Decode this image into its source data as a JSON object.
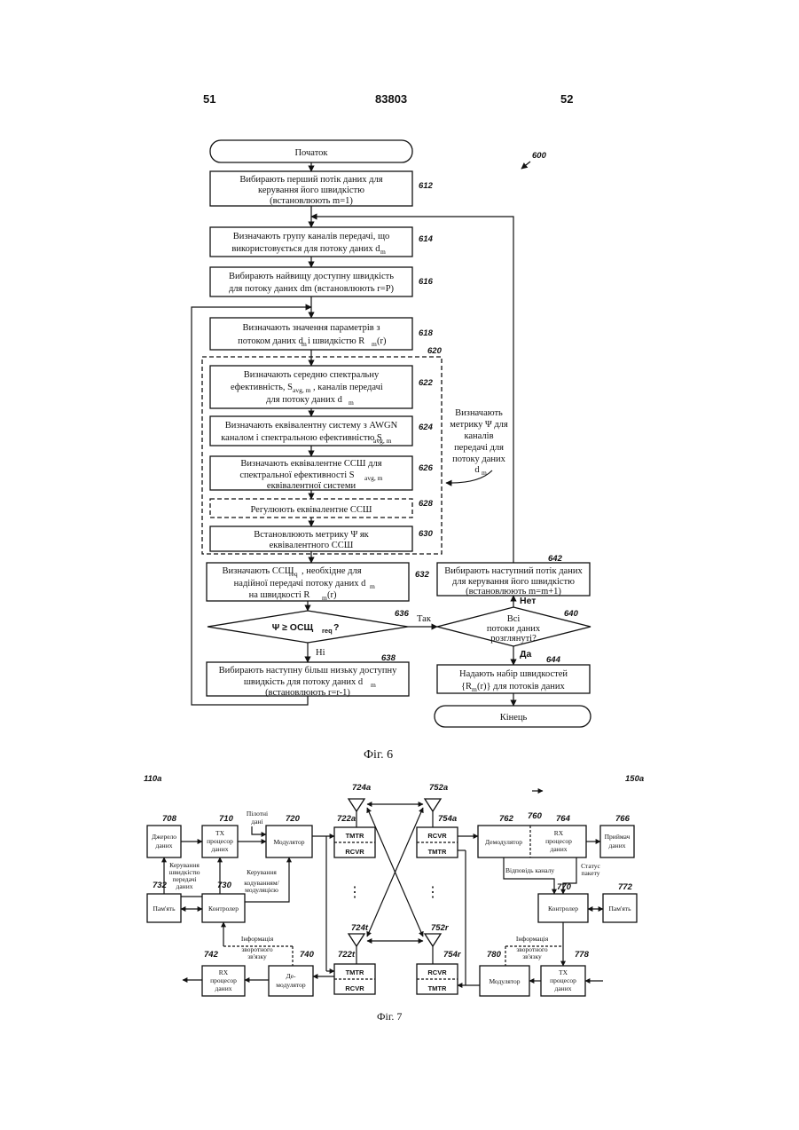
{
  "header": {
    "left": "51",
    "center": "83803",
    "right": "52"
  },
  "fig6": {
    "caption": "Фіг. 6",
    "label": "600",
    "start": "Початок",
    "end": "Кінець",
    "b612": [
      "Вибирають перший потік даних для",
      "керування його швидкістю",
      "(встановлюють m=1)"
    ],
    "b614": [
      "Визначають групу каналів передачі, що",
      "використовується для потоку даних d"
    ],
    "b616": [
      "Вибирають найвищу доступну швидкість",
      "для потоку даних dm (встановлюють r=P)"
    ],
    "b618": [
      "Визначають значення параметрів з",
      "потоком даних d",
      " і швидкістю R",
      "(r)"
    ],
    "b622": [
      "Визначають середню спектральну",
      "ефективність, S",
      ", каналів передачі",
      "для потоку даних d"
    ],
    "b624": [
      "Визначають еквівалентну систему з AWGN",
      "каналом і спектральною ефективністю S"
    ],
    "b626": [
      "Визначають еквівалентне ССШ для",
      "спектральної ефективності S",
      "еквівалентної системи"
    ],
    "b628": "Регулюють еквівалентне ССШ",
    "b630": [
      "Встановлюють метрику Ψ як",
      "еквівалентного ССШ"
    ],
    "b632": [
      "Визначають ССШ",
      ", необхідне для",
      "надійної передачі потоку даних d",
      "на швидкості R",
      "(r)"
    ],
    "d636": [
      "Ψ ≥ ОСЩ",
      "?"
    ],
    "b638": [
      "Вибирають наступну більш низьку доступну",
      "швидкість для потоку даних d",
      "(встановлюють r=r-1)"
    ],
    "b642": [
      "Вибирають наступний потік даних",
      "для керування його швидкістю",
      "(встановлюють m=m+1)"
    ],
    "d640": [
      "Всі",
      "потоки даних",
      "розглянуті?"
    ],
    "b644": [
      "Надають набір швидкостей",
      "{R",
      "(r)} для потоків даних"
    ],
    "note": [
      "Визначають",
      "метрику Ψ для",
      "каналів",
      "передачі для",
      "потоку даних",
      "d"
    ],
    "yes": "Так",
    "no": "Ні",
    "da": "Да",
    "net": "Нет",
    "sub_m": "m",
    "sub_avgm": "avg, m",
    "sub_req": "req",
    "refs": [
      "612",
      "614",
      "616",
      "618",
      "620",
      "622",
      "624",
      "626",
      "628",
      "630",
      "632",
      "636",
      "638",
      "640",
      "642",
      "644"
    ]
  },
  "fig7": {
    "caption": "Фіг. 7",
    "label_tx": "110a",
    "label_rx": "150a",
    "source": [
      "Джерело",
      "даних"
    ],
    "txproc": [
      "TX",
      "процесор",
      "даних"
    ],
    "pilot": [
      "Пілотні",
      "дані"
    ],
    "modulator": "Модулятор",
    "tmtr": "TMTR",
    "rcvr": "RCVR",
    "rate_ctrl": [
      "Керування",
      "швидкістю",
      "передачі",
      "даних"
    ],
    "coding_ctrl": [
      "Керування",
      "кодуванням/",
      "модуляцією"
    ],
    "memory": "Пам'ять",
    "controller": "Контролер",
    "feedback": [
      "Інформація",
      "зворотного",
      "зв'язку"
    ],
    "demod": [
      "Де-",
      "модулятор"
    ],
    "rxproc": [
      "RX",
      "процесор",
      "даних"
    ],
    "demodulator": "Демодулятор",
    "receiver": [
      "Приймач",
      "даних"
    ],
    "channel_resp": "Відповідь каналу",
    "packet_status": [
      "Статус",
      "пакету"
    ],
    "refs": [
      "708",
      "710",
      "720",
      "722a",
      "724a",
      "752a",
      "754a",
      "762",
      "760",
      "764",
      "766",
      "732",
      "730",
      "770",
      "772",
      "742",
      "740",
      "722t",
      "724t",
      "752r",
      "754r",
      "780",
      "778"
    ]
  }
}
